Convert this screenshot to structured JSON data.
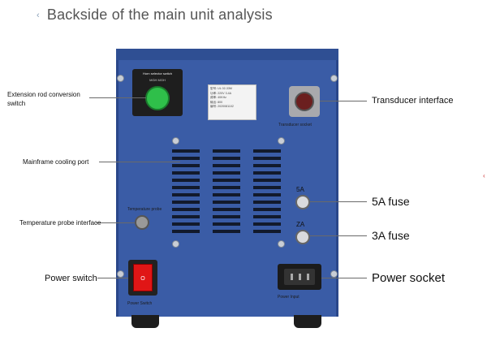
{
  "title": {
    "marker": "‹",
    "text": "Backside of the main unit analysis"
  },
  "callouts": {
    "extension_rod": "Extension rod conversion switch",
    "cooling_port": "Mainframe cooling port",
    "temp_probe": "Temperature probe interface",
    "power_switch": "Power switch",
    "transducer": "Transducer interface",
    "fuse_5a": "5A fuse",
    "fuse_3a": "3A fuse",
    "power_socket": "Power socket"
  },
  "panel": {
    "switch_title": "Horn selector switch",
    "switch_sub": "MGH   MGH",
    "sticker_lines": [
      "型号: UL 02-33M",
      "功率: 220V 3.4A",
      "频率: 40KHz",
      "输出: 800",
      "编号: 2020081102"
    ],
    "transducer_label": "Transducer socket",
    "probe_label": "Temperature probe",
    "fuse_5a_mark": "5A",
    "fuse_3a_mark": "ZA",
    "power_switch_label": "Power Switch",
    "power_input_label": "Power Input",
    "switch_o": "O"
  },
  "side_mark": "‹"
}
